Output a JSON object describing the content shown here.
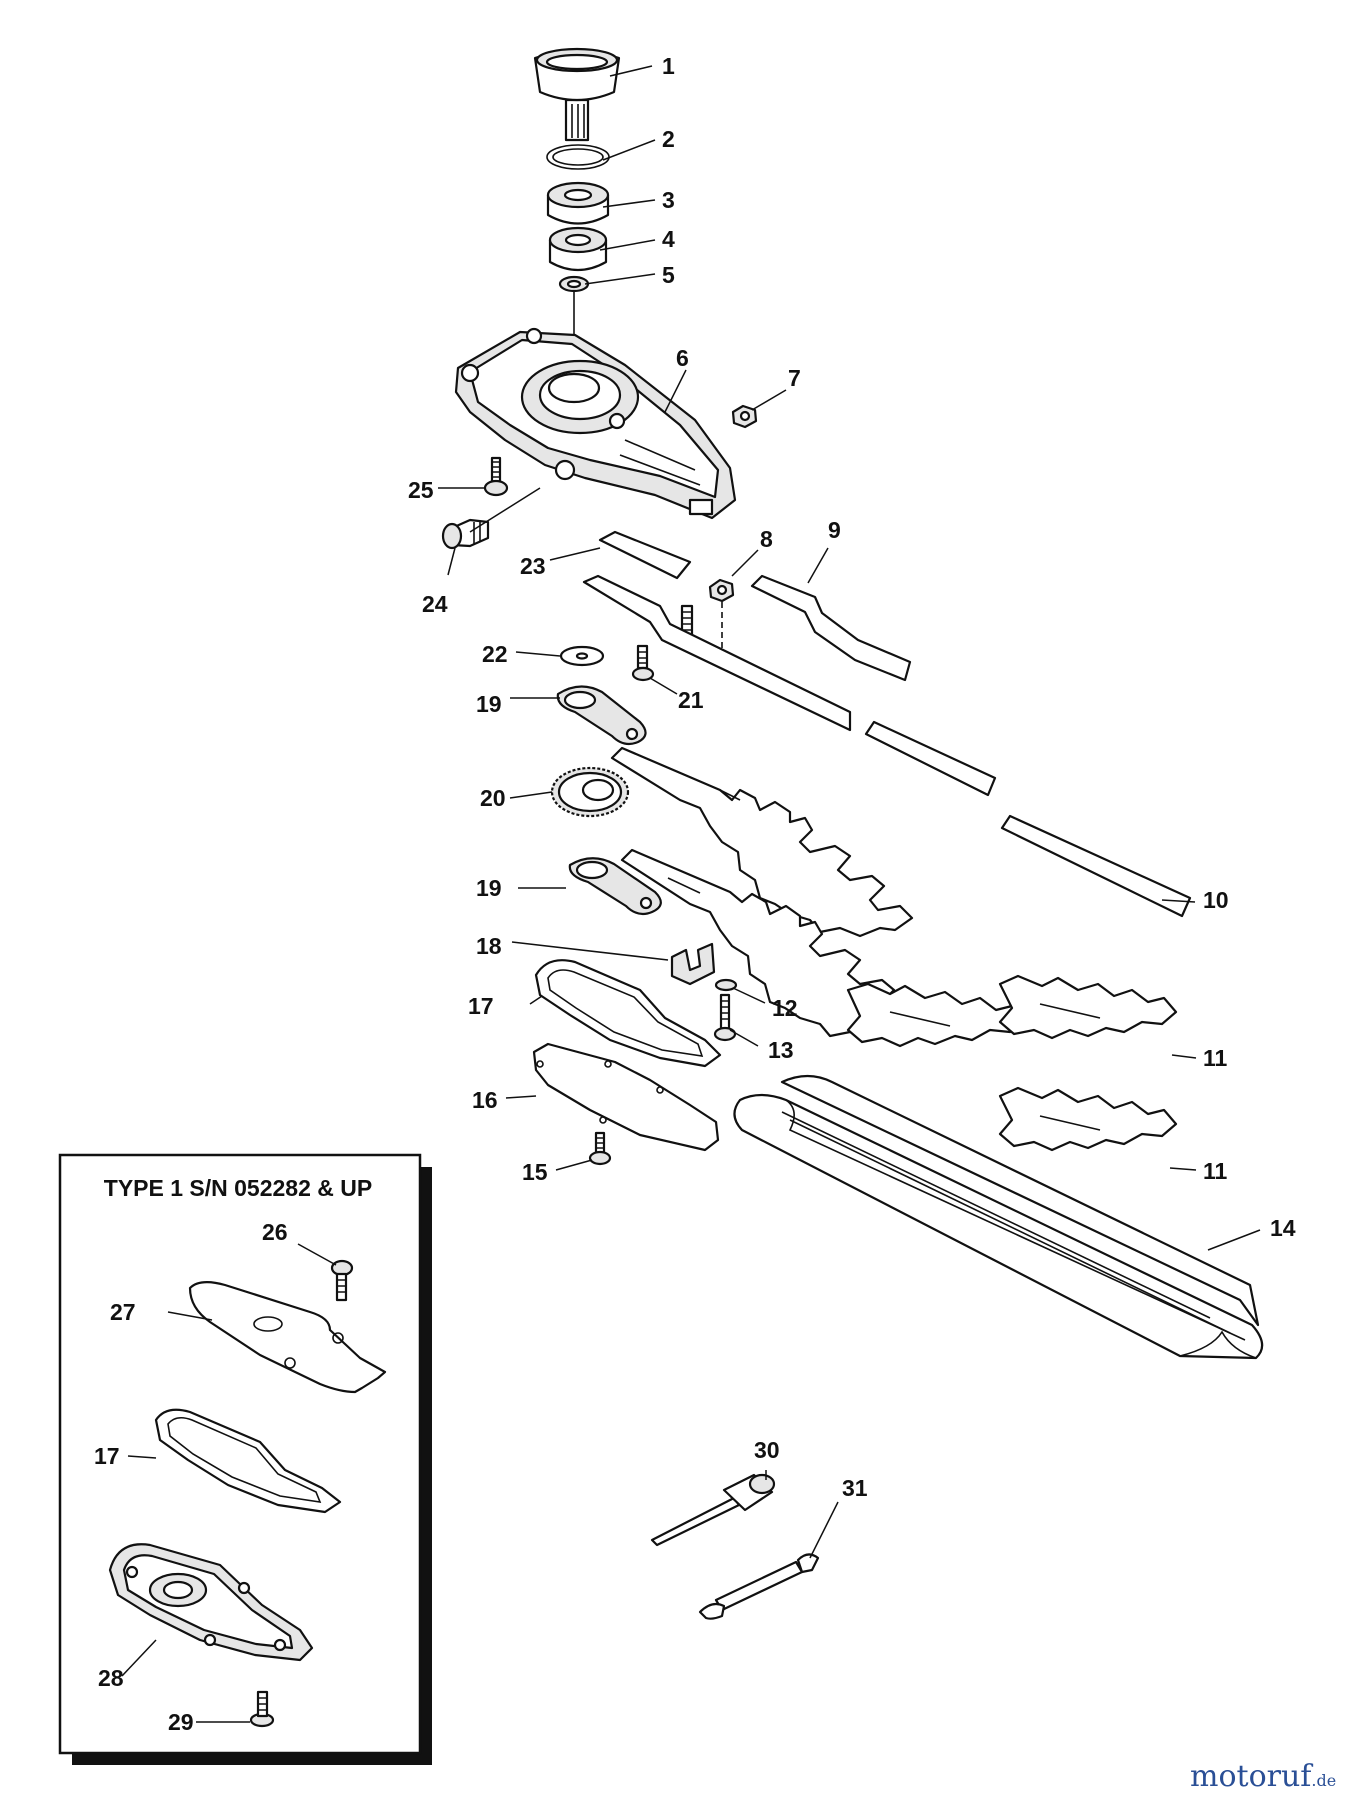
{
  "inset": {
    "title": "TYPE 1 S/N 052282 & UP"
  },
  "watermark": {
    "brand": "motoruf",
    "tld": ".de",
    "color": "#2a4f96",
    "accent": "#c0392b"
  },
  "callouts": [
    {
      "id": "c1",
      "text": "1"
    },
    {
      "id": "c2",
      "text": "2"
    },
    {
      "id": "c3",
      "text": "3"
    },
    {
      "id": "c4",
      "text": "4"
    },
    {
      "id": "c5",
      "text": "5"
    },
    {
      "id": "c6",
      "text": "6"
    },
    {
      "id": "c7",
      "text": "7"
    },
    {
      "id": "c8",
      "text": "8"
    },
    {
      "id": "c9",
      "text": "9"
    },
    {
      "id": "c10",
      "text": "10"
    },
    {
      "id": "c11a",
      "text": "11"
    },
    {
      "id": "c11b",
      "text": "11"
    },
    {
      "id": "c12",
      "text": "12"
    },
    {
      "id": "c13",
      "text": "13"
    },
    {
      "id": "c14",
      "text": "14"
    },
    {
      "id": "c15",
      "text": "15"
    },
    {
      "id": "c16",
      "text": "16"
    },
    {
      "id": "c17a",
      "text": "17"
    },
    {
      "id": "c17b",
      "text": "17"
    },
    {
      "id": "c18",
      "text": "18"
    },
    {
      "id": "c19a",
      "text": "19"
    },
    {
      "id": "c19b",
      "text": "19"
    },
    {
      "id": "c20",
      "text": "20"
    },
    {
      "id": "c21",
      "text": "21"
    },
    {
      "id": "c22",
      "text": "22"
    },
    {
      "id": "c23",
      "text": "23"
    },
    {
      "id": "c24",
      "text": "24"
    },
    {
      "id": "c25",
      "text": "25"
    },
    {
      "id": "c26",
      "text": "26"
    },
    {
      "id": "c27",
      "text": "27"
    },
    {
      "id": "c28",
      "text": "28"
    },
    {
      "id": "c29",
      "text": "29"
    },
    {
      "id": "c30",
      "text": "30"
    },
    {
      "id": "c31",
      "text": "31"
    }
  ]
}
